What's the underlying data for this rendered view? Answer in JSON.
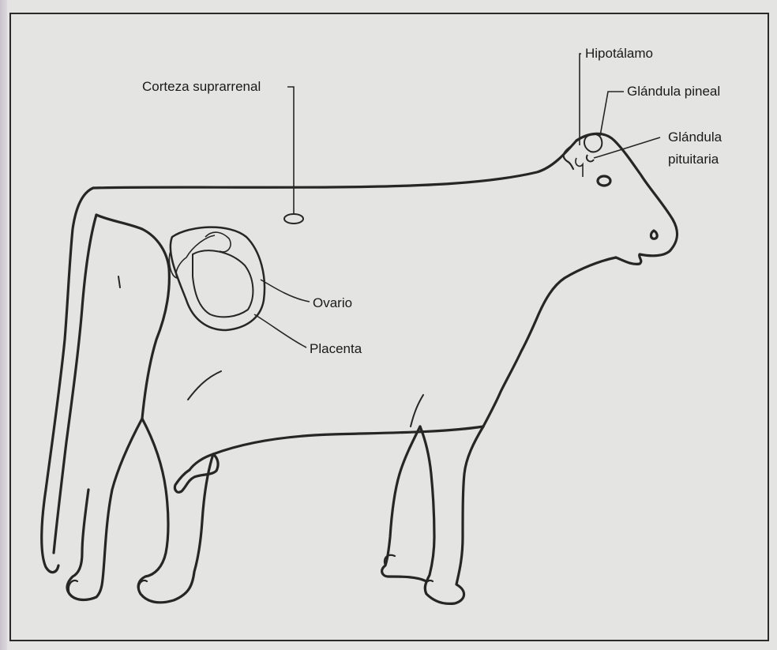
{
  "labels": {
    "hypothalamus": "Hipotálamo",
    "pineal": "Glándula pineal",
    "pituitary_line1": "Glándula",
    "pituitary_line2": "pituitaria",
    "adrenal": "Corteza suprarrenal",
    "ovary": "Ovario",
    "placenta": "Placenta"
  },
  "colors": {
    "background": "#e4e4e2",
    "line": "#262626"
  }
}
